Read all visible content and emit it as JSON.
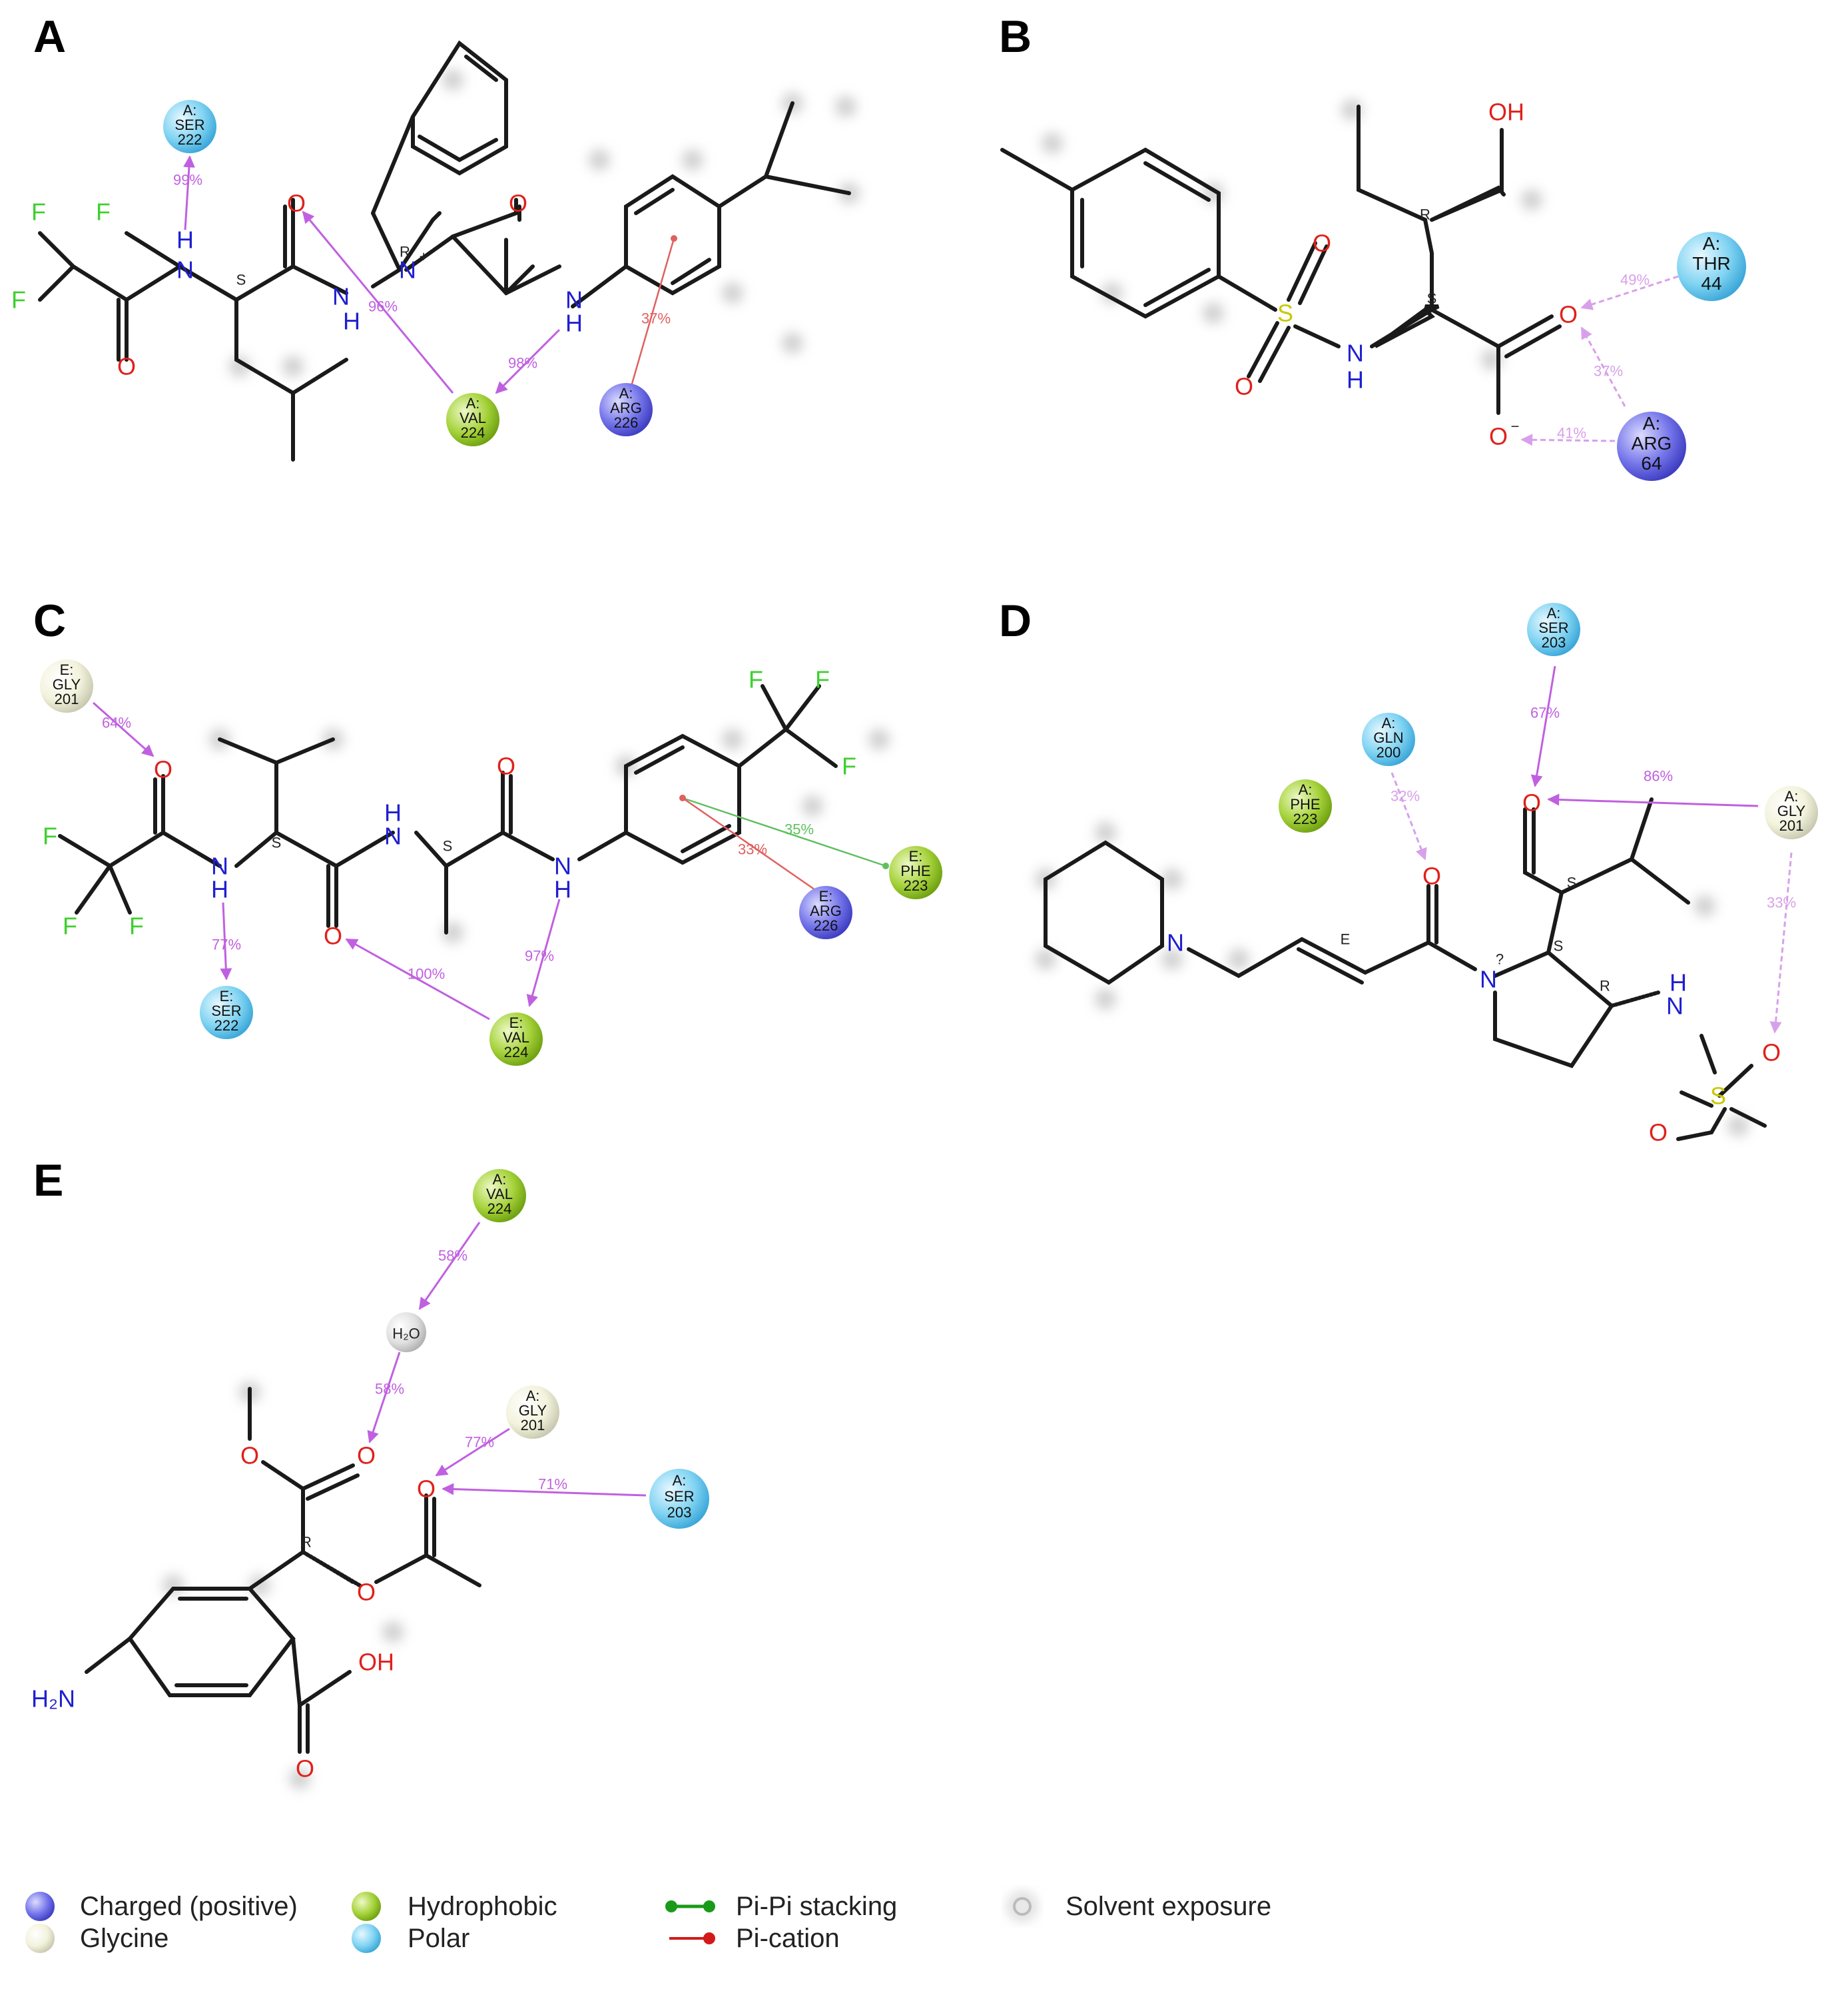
{
  "colors": {
    "bond": "#1a1a1a",
    "oxygen": "#e0201b",
    "nitrogen": "#1f1fd0",
    "fluorine": "#3fcf2f",
    "sulfur": "#c8c800",
    "hbond": "#c060e0",
    "hbond_light": "#d8a0ea",
    "pi_cation": "#e06060",
    "pi_pi": "#60c060",
    "charged_positive": "#6b6be8",
    "glycine": "#f2f2e0",
    "hydrophobic": "#9fd030",
    "polar": "#70d0f0",
    "solvent": "#bbbbbb",
    "legend_pi_pi": "#1a9a1a",
    "legend_pi_cation": "#d21a1a"
  },
  "panels": [
    {
      "letter": "A",
      "residues": [
        {
          "id": "A-ser222",
          "chain": "A:",
          "name": "SER",
          "num": "222",
          "kind": "polar"
        },
        {
          "id": "A-val224",
          "chain": "A:",
          "name": "VAL",
          "num": "224",
          "kind": "hydrophobic"
        },
        {
          "id": "A-arg226",
          "chain": "A:",
          "name": "ARG",
          "num": "226",
          "kind": "charged_positive"
        }
      ],
      "interactions": [
        {
          "id": "A-i1",
          "label": "99%",
          "type": "hbond"
        },
        {
          "id": "A-i2",
          "label": "96%",
          "type": "hbond"
        },
        {
          "id": "A-i3",
          "label": "98%",
          "type": "hbond"
        },
        {
          "id": "A-i4",
          "label": "37%",
          "type": "pi_cation"
        }
      ],
      "atoms": {
        "f1": "F",
        "f2": "F",
        "f3": "F",
        "o1": "O",
        "o2": "O",
        "o3": "O",
        "n1": "H",
        "n1b": "N",
        "n2": "N",
        "n2h": "H",
        "n3": "N",
        "n3plus": "+",
        "n4": "N",
        "n4h": "H",
        "s1": "S",
        "r1": "R"
      }
    },
    {
      "letter": "B",
      "residues": [
        {
          "id": "B-thr44",
          "chain": "A:",
          "name": "THR",
          "num": "44",
          "kind": "polar"
        },
        {
          "id": "B-arg64",
          "chain": "A:",
          "name": "ARG",
          "num": "64",
          "kind": "charged_positive"
        }
      ],
      "interactions": [
        {
          "id": "B-i1",
          "label": "49%",
          "type": "hbond_light"
        },
        {
          "id": "B-i2",
          "label": "37%",
          "type": "hbond_light"
        },
        {
          "id": "B-i3",
          "label": "41%",
          "type": "hbond_light"
        }
      ],
      "atoms": {
        "oh": "OH",
        "s": "S",
        "o1": "O",
        "o2": "O",
        "n": "N",
        "nh": "H",
        "o3": "O",
        "o4": "O",
        "ominus": "−",
        "r": "R",
        "s2": "S"
      }
    },
    {
      "letter": "C",
      "residues": [
        {
          "id": "C-gly201",
          "chain": "E:",
          "name": "GLY",
          "num": "201",
          "kind": "glycine"
        },
        {
          "id": "C-ser222",
          "chain": "E:",
          "name": "SER",
          "num": "222",
          "kind": "polar"
        },
        {
          "id": "C-val224",
          "chain": "E:",
          "name": "VAL",
          "num": "224",
          "kind": "hydrophobic"
        },
        {
          "id": "C-phe223",
          "chain": "E:",
          "name": "PHE",
          "num": "223",
          "kind": "hydrophobic"
        },
        {
          "id": "C-arg226",
          "chain": "E:",
          "name": "ARG",
          "num": "226",
          "kind": "charged_positive"
        }
      ],
      "interactions": [
        {
          "id": "C-i1",
          "label": "64%",
          "type": "hbond"
        },
        {
          "id": "C-i2",
          "label": "77%",
          "type": "hbond"
        },
        {
          "id": "C-i3",
          "label": "100%",
          "type": "hbond"
        },
        {
          "id": "C-i4",
          "label": "97%",
          "type": "hbond"
        },
        {
          "id": "C-i5",
          "label": "35%",
          "type": "pi_pi"
        },
        {
          "id": "C-i6",
          "label": "33%",
          "type": "pi_cation"
        }
      ],
      "atoms": {
        "f1": "F",
        "f2": "F",
        "f3": "F",
        "f4": "F",
        "f5": "F",
        "f6": "F",
        "o1": "O",
        "o2": "O",
        "o3": "O",
        "n1": "N",
        "n1h": "H",
        "n2": "N",
        "n2h": "H",
        "n3": "N",
        "n3h": "H",
        "s1": "S",
        "s2": "S"
      }
    },
    {
      "letter": "D",
      "residues": [
        {
          "id": "D-ser203",
          "chain": "A:",
          "name": "SER",
          "num": "203",
          "kind": "polar"
        },
        {
          "id": "D-gln200",
          "chain": "A:",
          "name": "GLN",
          "num": "200",
          "kind": "polar"
        },
        {
          "id": "D-phe223",
          "chain": "A:",
          "name": "PHE",
          "num": "223",
          "kind": "hydrophobic"
        },
        {
          "id": "D-gly201",
          "chain": "A:",
          "name": "GLY",
          "num": "201",
          "kind": "glycine"
        }
      ],
      "interactions": [
        {
          "id": "D-i1",
          "label": "67%",
          "type": "hbond"
        },
        {
          "id": "D-i2",
          "label": "32%",
          "type": "hbond_light"
        },
        {
          "id": "D-i3",
          "label": "86%",
          "type": "hbond"
        },
        {
          "id": "D-i4",
          "label": "33%",
          "type": "hbond_light"
        }
      ],
      "atoms": {
        "n1": "N",
        "e": "E",
        "o1": "O",
        "n2": "N",
        "q": "?",
        "o2": "O",
        "s1": "S",
        "s2": "S",
        "r": "R",
        "nh": "H",
        "n3": "N",
        "o3": "O",
        "o4": "O",
        "s3": "S"
      }
    },
    {
      "letter": "E",
      "residues": [
        {
          "id": "E-val224",
          "chain": "A:",
          "name": "VAL",
          "num": "224",
          "kind": "hydrophobic"
        },
        {
          "id": "E-gly201",
          "chain": "A:",
          "name": "GLY",
          "num": "201",
          "kind": "glycine"
        },
        {
          "id": "E-ser203",
          "chain": "A:",
          "name": "SER",
          "num": "203",
          "kind": "polar"
        }
      ],
      "water": "H₂O",
      "interactions": [
        {
          "id": "E-i1",
          "label": "58%",
          "type": "hbond"
        },
        {
          "id": "E-i2",
          "label": "58%",
          "type": "hbond"
        },
        {
          "id": "E-i3",
          "label": "77%",
          "type": "hbond"
        },
        {
          "id": "E-i4",
          "label": "71%",
          "type": "hbond"
        }
      ],
      "atoms": {
        "o1": "O",
        "o2": "O",
        "o3": "O",
        "o4": "O",
        "oh": "OH",
        "o5": "O",
        "h2n": "H₂N",
        "r": "R"
      }
    }
  ],
  "legend": {
    "charged_positive": "Charged (positive)",
    "glycine": "Glycine",
    "hydrophobic": "Hydrophobic",
    "polar": "Polar",
    "pi_pi": "Pi-Pi stacking",
    "pi_cation": "Pi-cation",
    "solvent": "Solvent exposure"
  }
}
